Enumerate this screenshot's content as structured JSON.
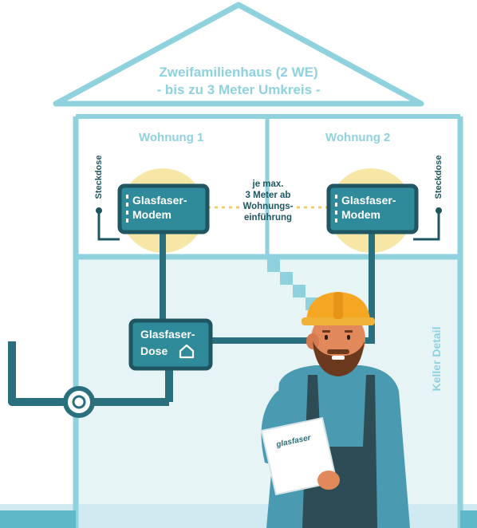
{
  "house": {
    "title_line1": "Zweifamilienhaus (2 WE)",
    "title_line2": "- bis zu 3 Meter Umkreis -"
  },
  "rooms": {
    "unit1": "Wohnung 1",
    "unit2": "Wohnung 2"
  },
  "sockets": {
    "left": "Steckdose",
    "right": "Steckdose"
  },
  "modems": {
    "left_line1": "Glasfaser-",
    "left_line2": "Modem",
    "right_line1": "Glasfaser-",
    "right_line2": "Modem"
  },
  "distance_note": {
    "line1": "je max.",
    "line2": "3 Meter ab",
    "line3": "Wohnungs-",
    "line4": "einführung"
  },
  "dose": {
    "line1": "Glasfaser-",
    "line2": "Dose"
  },
  "cellar": {
    "label": "Keller Detail"
  },
  "tablet": {
    "brand": "glasfaser"
  },
  "colors": {
    "house_outline": "#8fd2de",
    "cellar_fill": "#e6f4f6",
    "dark_teal": "#1f5661",
    "box_teal": "#2f8b9a",
    "yellow_glow": "#f6e7a6",
    "helmet": "#f5a623",
    "shirt": "#4a9ab1",
    "overalls": "#2e4c55"
  }
}
